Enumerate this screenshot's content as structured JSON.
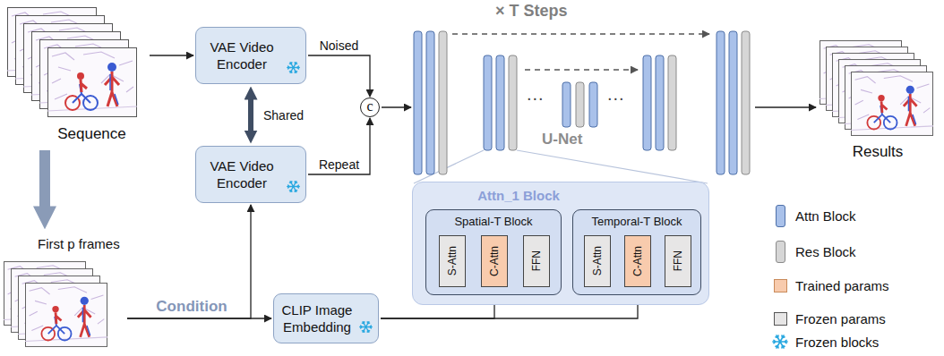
{
  "diagram": {
    "nodes": [
      {
        "text": [
          "Sequence"
        ]
      },
      {
        "text": [
          "VAE Video Encoder"
        ]
      },
      {
        "text": [
          "VAE Video Encoder"
        ]
      },
      {
        "text": [
          "First p frames"
        ]
      },
      {
        "text": [
          "c"
        ]
      },
      {
        "text": [
          "CLIP Image Embedding"
        ]
      },
      {
        "text": [
          "Results"
        ]
      },
      {
        "text": [
          "Attn_1 Block"
        ]
      },
      {
        "text": [
          "Spatial-T Block"
        ],
        "in": 7
      },
      {
        "text": [
          "S-Attn"
        ],
        "in": 8
      },
      {
        "text": [
          "C-Attn"
        ],
        "in": 8
      },
      {
        "text": [
          "FFN"
        ],
        "in": 8
      },
      {
        "text": [
          "Temporal-T Block"
        ],
        "in": 7
      },
      {
        "text": [
          "S-Attn"
        ],
        "in": 12
      },
      {
        "text": [
          "C-Attn"
        ],
        "in": 12
      },
      {
        "text": [
          "FFN"
        ],
        "in": 12
      }
    ],
    "edges": [
      {
        "from": 0,
        "to": 1,
        "arrow": "to"
      },
      {
        "from": 0,
        "to": 3,
        "arrow": "to"
      },
      {
        "from": 1,
        "to": 4,
        "label": "Noised",
        "arrow": "to"
      },
      {
        "from": 2,
        "to": 4,
        "label": "Repeat",
        "arrow": "to"
      },
      {
        "from": 1,
        "to": 2,
        "label": "Shared",
        "arrow": "both"
      },
      {
        "from": 3,
        "to": 2,
        "arrow": "to"
      },
      {
        "from": 3,
        "to": 5,
        "label": "Condition",
        "arrow": "to"
      },
      {
        "from": 5,
        "to": 10,
        "arrow": "to"
      },
      {
        "from": 5,
        "to": 14,
        "arrow": "to"
      }
    ],
    "labels": [
      "× T Steps",
      "U-Net",
      "...",
      "..."
    ],
    "legend": [
      {
        "text": "Attn Block",
        "color": "#a9c1ea"
      },
      {
        "text": "Res Block",
        "color": "#d6d6d6"
      },
      {
        "text": "Trained params",
        "color": "#f8cbad"
      },
      {
        "text": "Frozen params",
        "color": "#e7e6e6"
      },
      {
        "text": "Frozen blocks"
      }
    ]
  }
}
